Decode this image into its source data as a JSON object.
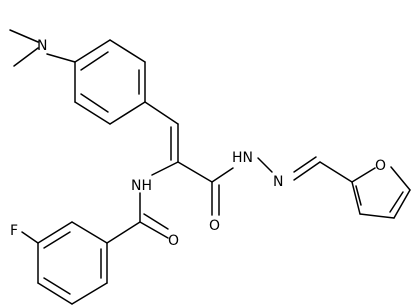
{
  "molecule": {
    "atoms": {
      "dimethylamino_n": "N",
      "amide_nh": "NH",
      "amide_o": "O",
      "hydrazide_nh": "HN",
      "hydrazone_n": "N",
      "hydrazide_o": "O",
      "furan_o": "O",
      "fluorine": "F"
    }
  }
}
